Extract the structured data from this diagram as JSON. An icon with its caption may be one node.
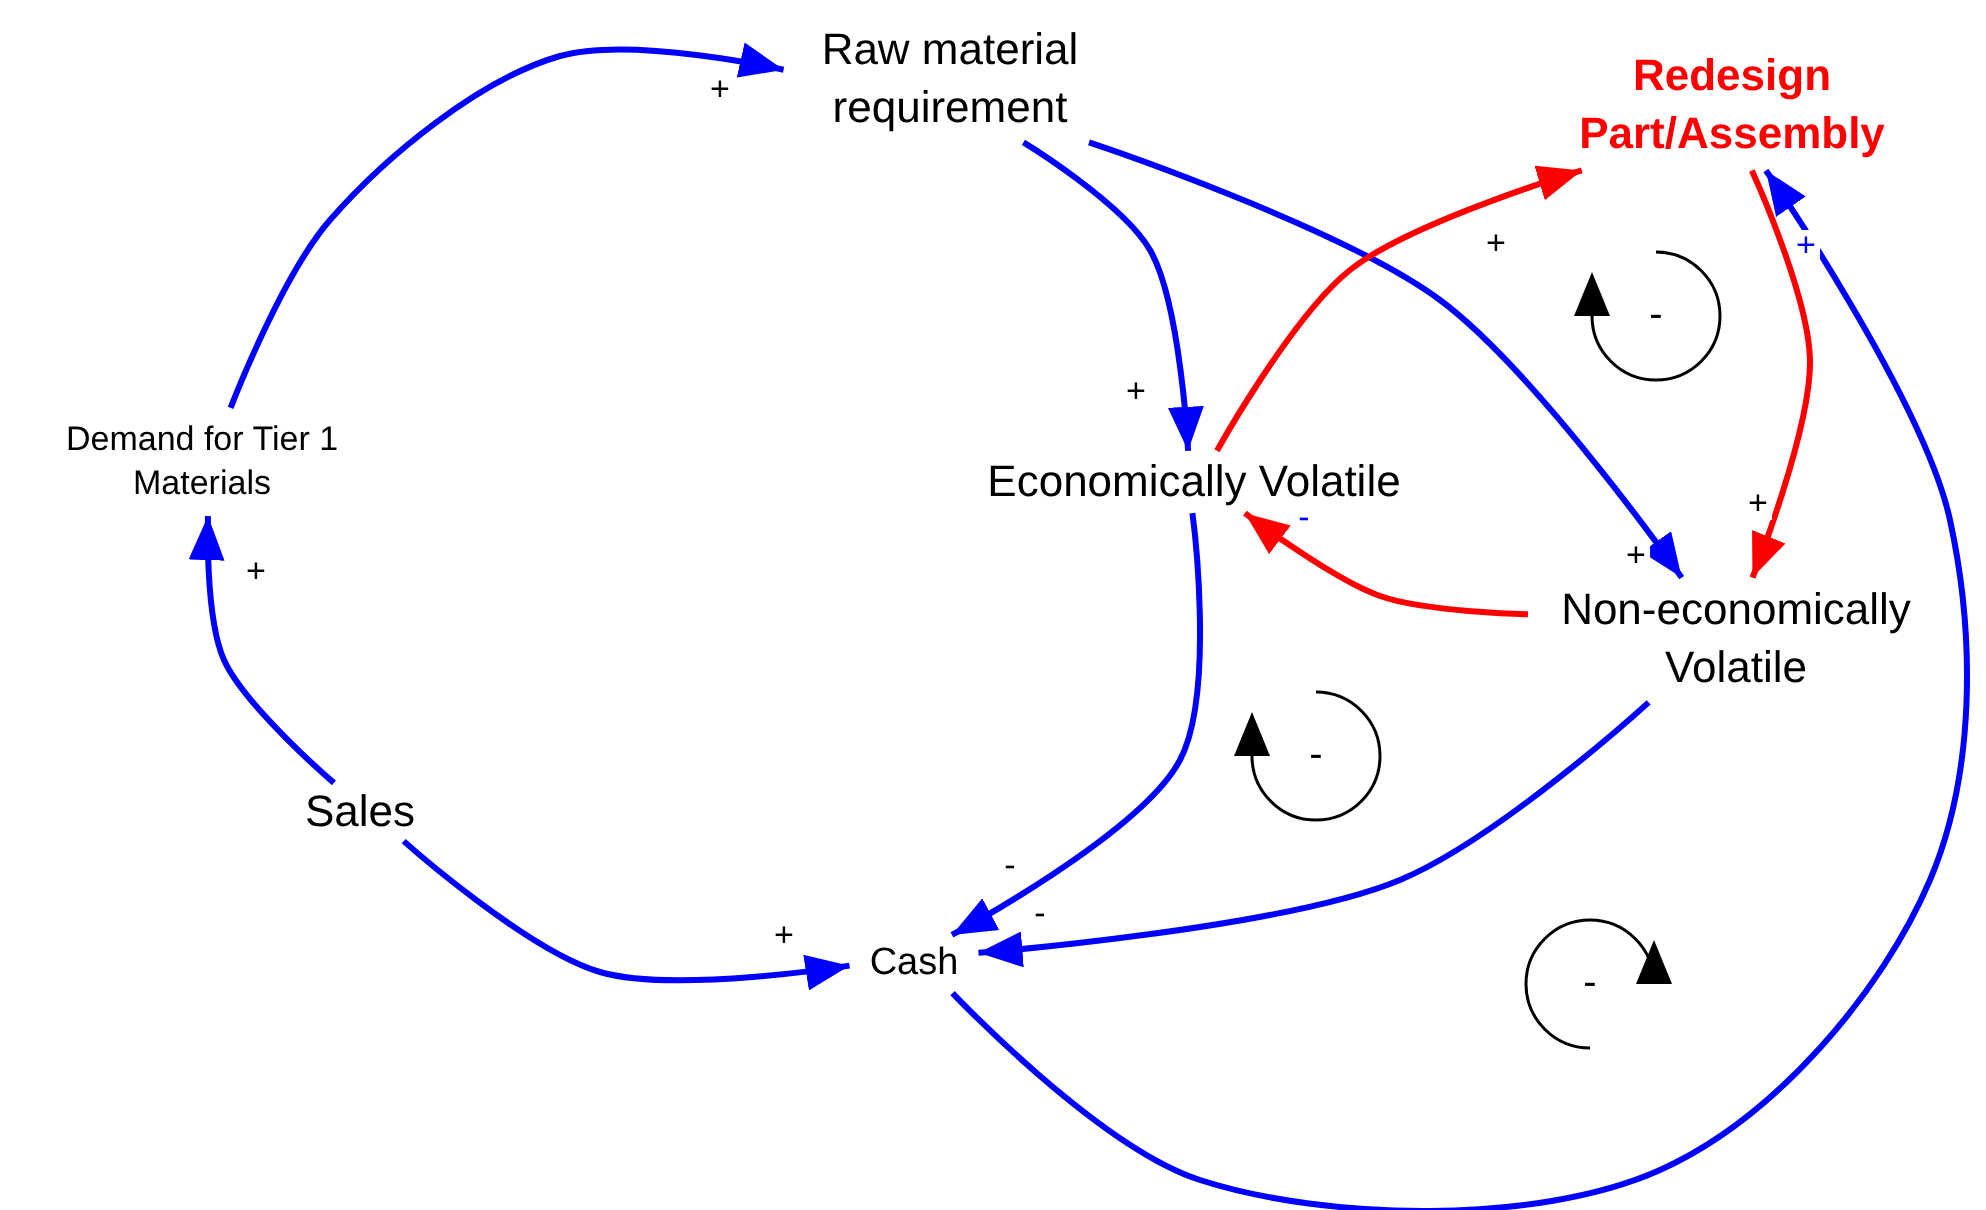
{
  "diagram": {
    "nodes": [
      {
        "text": [
          "Raw material requirement"
        ]
      },
      {
        "text": [
          "Redesign Part/Assembly"
        ]
      },
      {
        "text": [
          "Demand for Tier 1 Materials"
        ]
      },
      {
        "text": [
          "Economically Volatile"
        ]
      },
      {
        "text": [
          "Non-economically Volatile"
        ]
      },
      {
        "text": [
          "Sales"
        ]
      },
      {
        "text": [
          "Cash"
        ]
      }
    ],
    "edges": [
      {
        "from": 2,
        "to": 0,
        "arrow": "to",
        "label": "+"
      },
      {
        "from": 0,
        "to": 3,
        "arrow": "to",
        "label": "+"
      },
      {
        "from": 0,
        "to": 4,
        "arrow": "to",
        "label": "+"
      },
      {
        "from": 3,
        "to": 1,
        "arrow": "to",
        "label": "+",
        "color": "#ff0000"
      },
      {
        "from": 1,
        "to": 4,
        "arrow": "to",
        "label": "+",
        "color": "#ff0000"
      },
      {
        "from": 4,
        "to": 3,
        "arrow": "to",
        "label": "-",
        "color": "#ff0000"
      },
      {
        "from": 3,
        "to": 6,
        "arrow": "to",
        "label": "-"
      },
      {
        "from": 4,
        "to": 6,
        "arrow": "to",
        "label": "-"
      },
      {
        "from": 5,
        "to": 2,
        "arrow": "to",
        "label": "+"
      },
      {
        "from": 5,
        "to": 6,
        "arrow": "to",
        "label": "+"
      },
      {
        "from": 6,
        "to": 1,
        "arrow": "to",
        "label": "+"
      }
    ],
    "labels": [
      "-",
      "-",
      "-"
    ]
  }
}
